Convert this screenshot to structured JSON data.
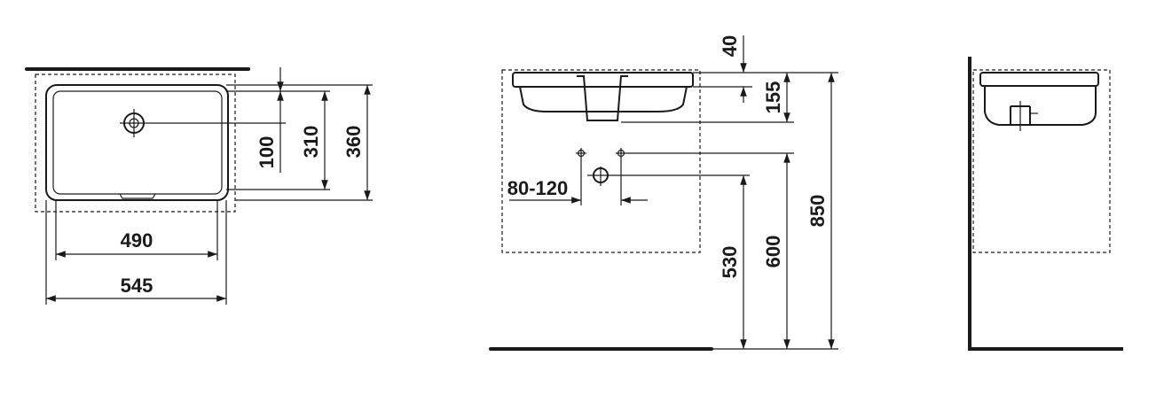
{
  "drawing": {
    "title": "",
    "colors": {
      "line": "#1a1a1a",
      "background": "#ffffff"
    }
  },
  "views": {
    "top": {
      "name": "top-view",
      "dimensions": {
        "inner_width": "490",
        "outer_width": "545",
        "drain_offset": "100",
        "inner_depth": "310",
        "outer_depth": "360"
      }
    },
    "front": {
      "name": "front-view",
      "dimensions": {
        "rim_thickness": "40",
        "bowl_depth": "155",
        "tap_spacing": "80-120",
        "drain_height": "530",
        "tap_height": "600",
        "rim_height": "850"
      }
    },
    "side": {
      "name": "side-view"
    }
  }
}
